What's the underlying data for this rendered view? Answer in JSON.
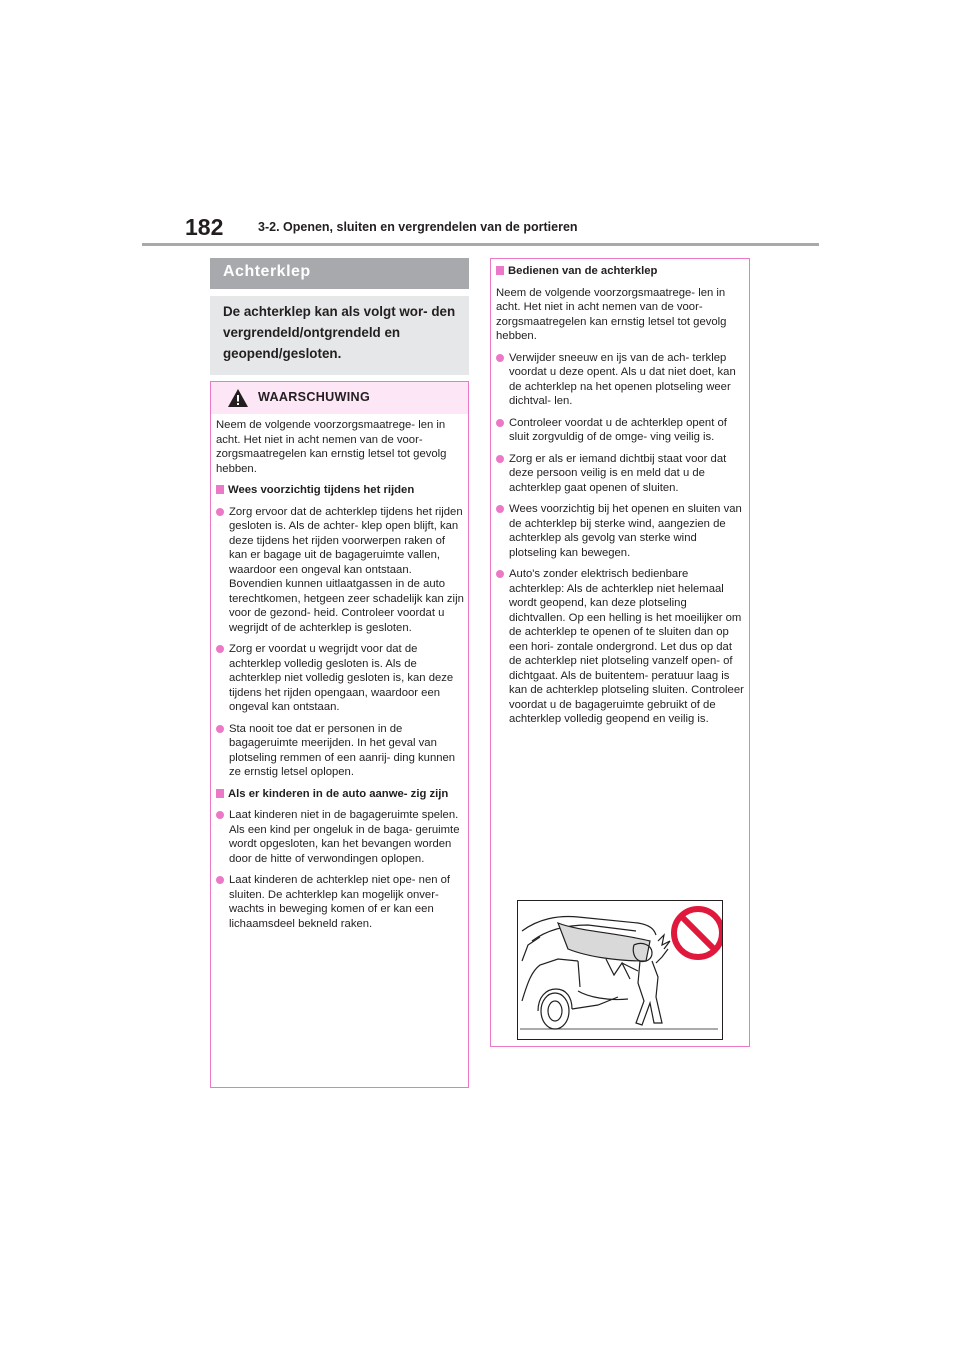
{
  "header": {
    "page_number": "182",
    "section_title": "3-2. Openen, sluiten en vergrendelen van de portieren"
  },
  "left": {
    "title": "Achterklep",
    "intro": "De achterklep kan als volgt wor- den vergrendeld/ontgrendeld en geopend/gesloten.",
    "warning": {
      "label": "WAARSCHUWING",
      "intro": "Neem de volgende voorzorgsmaatrege- len in acht. Het niet in acht nemen van de voor- zorgsmaatregelen kan ernstig letsel tot gevolg hebben.",
      "heading1": "Wees voorzichtig tijdens het rijden",
      "bullet1": "Zorg ervoor dat de achterklep tijdens het rijden gesloten is. Als de achter- klep open blijft, kan deze tijdens het rijden voorwerpen raken of kan er bagage uit de bagageruimte vallen, waardoor een ongeval kan ontstaan. Bovendien kunnen uitlaatgassen in de auto terechtkomen, hetgeen zeer schadelijk kan zijn voor de gezond- heid. Controleer voordat u wegrijdt of de achterklep is gesloten.",
      "bullet2": "Zorg er voordat u wegrijdt voor dat de achterklep volledig gesloten is. Als de achterklep niet volledig gesloten is, kan deze tijdens het rijden opengaan, waardoor een ongeval kan ontstaan.",
      "bullet3": "Sta nooit toe dat er personen in de bagageruimte meerijden. In het geval van plotseling remmen of een aanrij- ding kunnen ze ernstig letsel oplopen.",
      "heading2": "Als er kinderen in de auto aanwe- zig zijn",
      "bullet4": "Laat kinderen niet in de bagageruimte spelen. Als een kind per ongeluk in de baga- geruimte wordt opgesloten, kan het bevangen worden door de hitte of verwondingen oplopen.",
      "bullet5": "Laat kinderen de achterklep niet ope- nen of sluiten. De achterklep kan mogelijk onver- wachts in beweging komen of er kan een lichaamsdeel bekneld raken."
    }
  },
  "right": {
    "heading": "Bedienen van de achterklep",
    "intro": "Neem de volgende voorzorgsmaatrege- len in acht. Het niet in acht nemen van de voor- zorgsmaatregelen kan ernstig letsel tot gevolg hebben.",
    "bullet1": "Verwijder sneeuw en ijs van de ach- terklep voordat u deze opent. Als u dat niet doet, kan de achterklep na het openen plotseling weer dichtval- len.",
    "bullet2": "Controleer voordat u de achterklep opent of sluit zorgvuldig of de omge- ving veilig is.",
    "bullet3": "Zorg er als er iemand dichtbij staat voor dat deze persoon veilig is en meld dat u de achterklep gaat openen of sluiten.",
    "bullet4": "Wees voorzichtig bij het openen en sluiten van de achterklep bij sterke wind, aangezien de achterklep als gevolg van sterke wind plotseling kan bewegen.",
    "bullet5": "Auto's zonder elektrisch bedienbare achterklep: Als de achterklep niet helemaal wordt geopend, kan deze plotseling dichtvallen. Op een helling is het moeilijker om de achterklep te openen of te sluiten dan op een hori- zontale ondergrond. Let dus op dat de achterklep niet plotseling vanzelf open- of dichtgaat. Als de buitentem- peratuur laag is kan de achterklep plotseling sluiten. Controleer voordat u de bagageruimte gebruikt of de achterklep volledig geopend en veilig is."
  },
  "colors": {
    "accent": "#ec79c7",
    "warning_header_bg": "#fde6f5",
    "title_bar_bg": "#a7a9ac",
    "intro_bg": "#e6e7e8",
    "prohibition_red": "#e0183c"
  }
}
